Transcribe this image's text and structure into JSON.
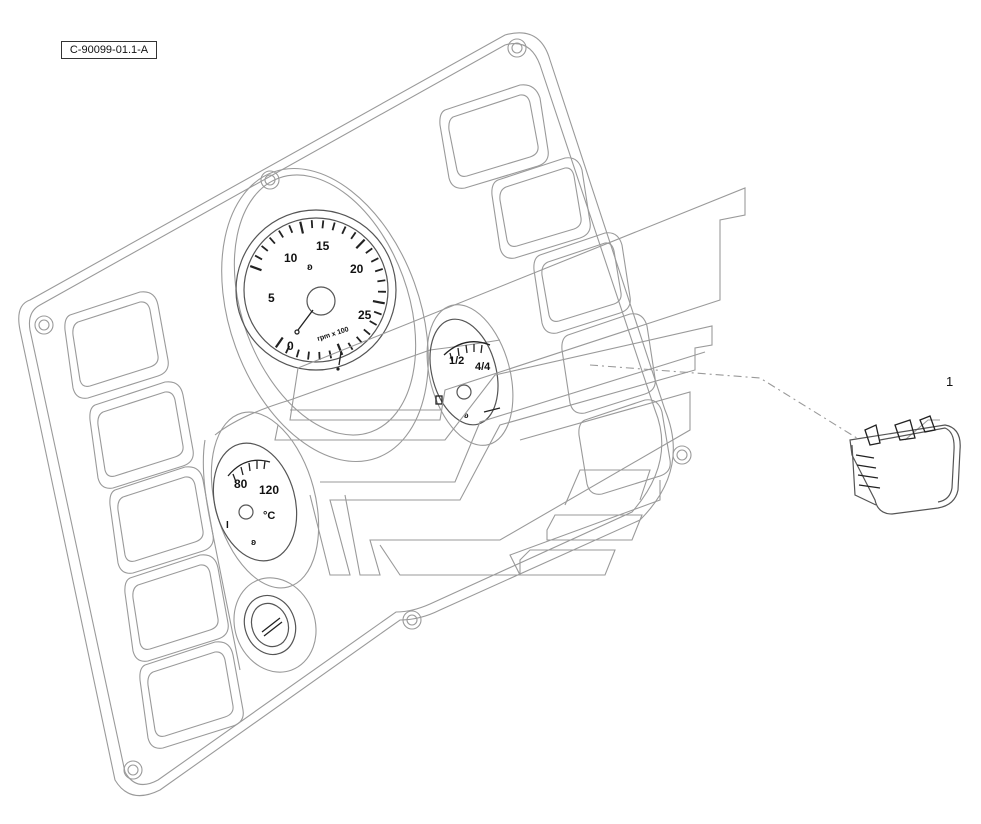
{
  "drawing": {
    "ref_code": "C-90099-01.1-A",
    "callout": "1"
  },
  "tachometer": {
    "ticks": [
      "0",
      "5",
      "10",
      "15",
      "20",
      "25"
    ],
    "unit": "rpm x 100"
  },
  "fuel_gauge": {
    "ticks": [
      "1/2",
      "4/4"
    ]
  },
  "temp_gauge": {
    "ticks": [
      "80",
      "120"
    ],
    "unit": "°C"
  }
}
